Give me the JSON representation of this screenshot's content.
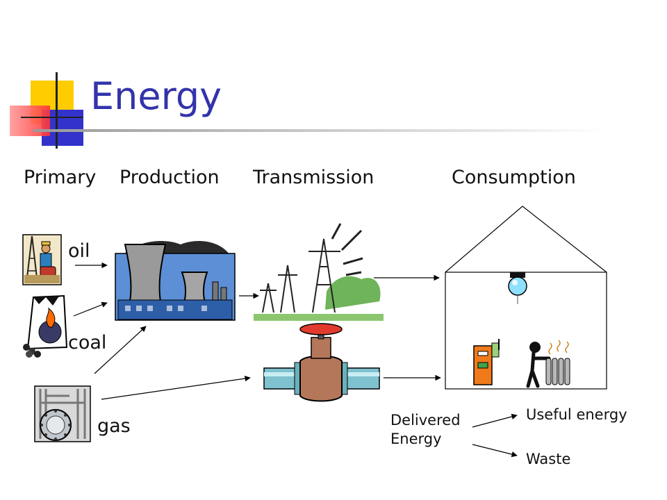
{
  "slide": {
    "title": "Energy"
  },
  "stages": {
    "primary": "Primary",
    "production": "Production",
    "transmission": "Transmission",
    "consumption": "Consumption"
  },
  "sources": {
    "oil": "oil",
    "coal": "coal",
    "gas": "gas"
  },
  "delivered": {
    "line1": "Delivered",
    "line2": "Energy"
  },
  "outcomes": {
    "useful": "Useful energy",
    "waste": "Waste"
  },
  "icons": [
    "oil-worker-icon",
    "coal-sack-icon",
    "gas-plant-icon",
    "power-station-icon",
    "power-pylons-icon",
    "pipe-valve-icon",
    "house-icon",
    "light-bulb-icon",
    "boiler-icon",
    "person-radiator-icon"
  ],
  "colors": {
    "title": "#3333aa",
    "deco_yellow": "#ffcc00",
    "deco_blue": "#3333cc",
    "deco_red": "#ff3333"
  }
}
